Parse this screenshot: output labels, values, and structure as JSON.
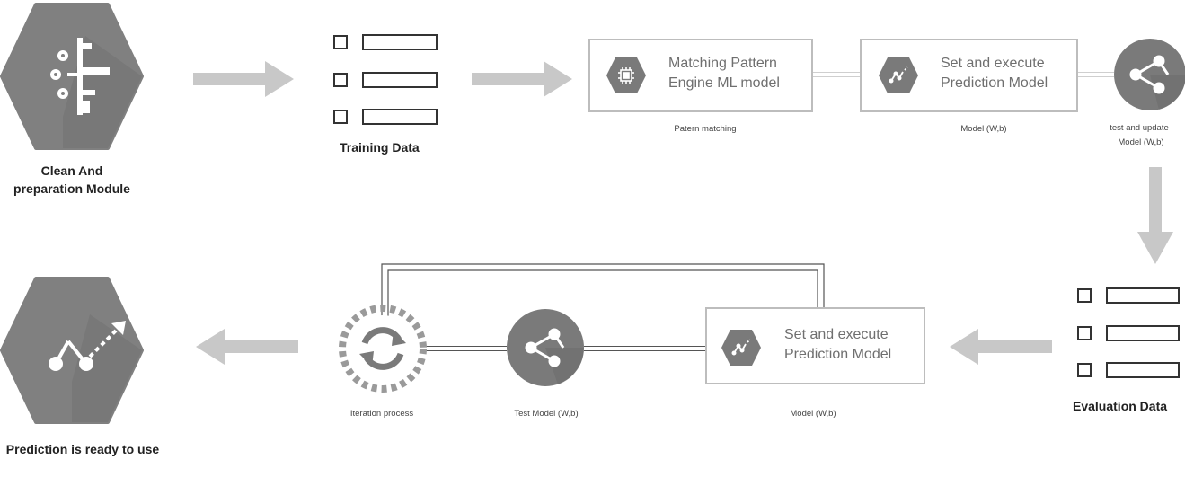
{
  "nodes": {
    "clean_module": {
      "label": "Clean And preparation Module",
      "icon": "filter-funnel-icon"
    },
    "training_data": {
      "label": "Training Data",
      "icon": "data-list-icon"
    },
    "matching_engine": {
      "label": "Matching Pattern Engine ML model",
      "caption": "Patern matching",
      "icon": "chip-icon"
    },
    "set_execute_top": {
      "label": "Set and execute Prediction Model",
      "caption": "Model (W,b)",
      "icon": "trend-chart-icon"
    },
    "test_update": {
      "caption_line1": "test and update",
      "caption_line2": "Model (W,b)",
      "icon": "share-network-icon"
    },
    "evaluation_data": {
      "label": "Evaluation Data",
      "icon": "data-list-icon"
    },
    "set_execute_bottom": {
      "label": "Set and execute Prediction Model",
      "caption": "Model (W,b)",
      "icon": "trend-chart-icon"
    },
    "test_model": {
      "caption": "Test Model (W,b)",
      "icon": "share-network-icon"
    },
    "iteration": {
      "caption": "Iteration process",
      "icon": "refresh-cycle-icon"
    },
    "prediction_ready": {
      "label": "Prediction is ready to use",
      "icon": "prediction-line-icon"
    }
  },
  "colors": {
    "hex_fill": "#808080",
    "arrow": "#c8c8c8",
    "box_border": "#bdbdbd",
    "text_gray": "#6f6f6f"
  }
}
